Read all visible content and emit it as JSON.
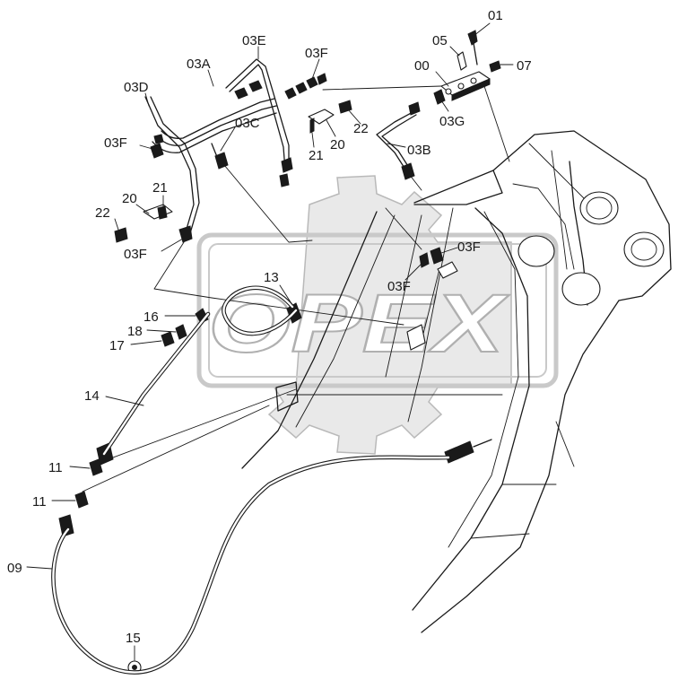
{
  "diagram": {
    "watermark": "OPEX",
    "callouts": {
      "c01": "01",
      "c05": "05",
      "c03e": "03E",
      "c03f_top": "03F",
      "c00": "00",
      "c07": "07",
      "c03a": "03A",
      "c03d": "03D",
      "c03c": "03C",
      "c22_top": "22",
      "c03g": "03G",
      "c20_top": "20",
      "c21_top": "21",
      "c03f_left": "03F",
      "c03b": "03B",
      "c20_left": "20",
      "c21_left": "21",
      "c22_left": "22",
      "c03f_mid": "03F",
      "c03f_right": "03F",
      "c03f_low": "03F",
      "c13": "13",
      "c16": "16",
      "c18": "18",
      "c17": "17",
      "c14": "14",
      "c11_upper": "11",
      "c11_lower": "11",
      "c09": "09",
      "c15": "15"
    }
  }
}
